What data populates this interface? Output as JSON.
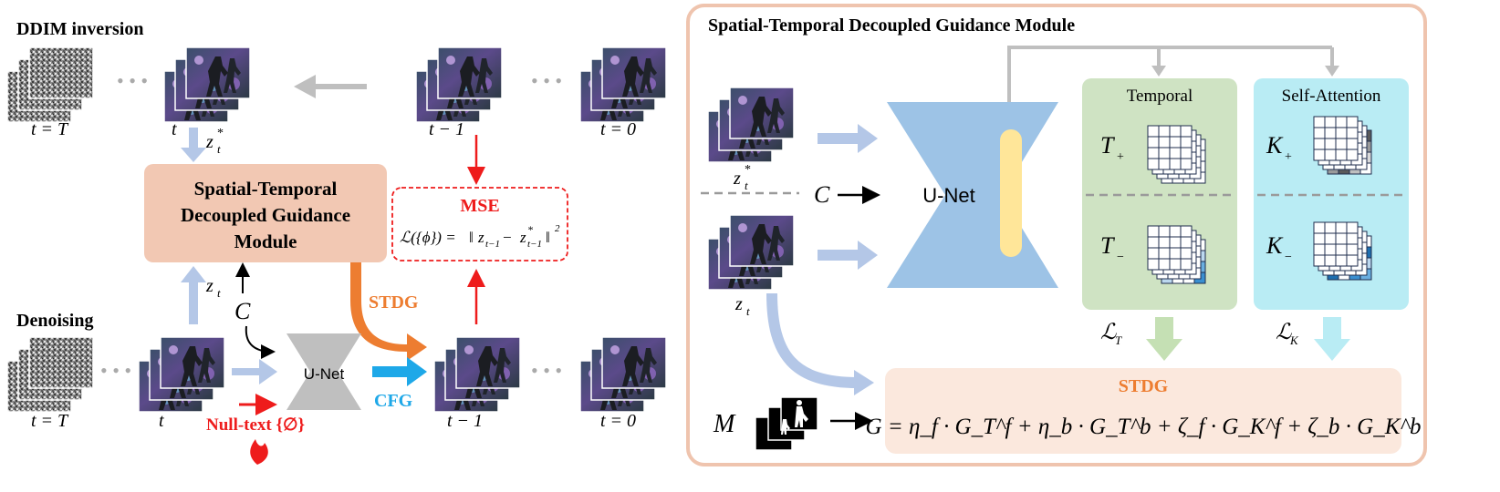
{
  "left": {
    "ddim_title": "DDIM inversion",
    "denoise_title": "Denoising",
    "labels": {
      "t_T_top": "t = T",
      "t_top": "t",
      "z_t_star": "z",
      "z_t_star_sub": "t",
      "z_t_star_sup": "*",
      "t_minus_1_top": "t − 1",
      "t_0_top": "t = 0",
      "t_T_bottom": "t = T",
      "t_bottom": "t",
      "t_minus_1_bottom": "t − 1",
      "t_0_bottom": "t = 0",
      "z_t": "z",
      "z_t_sub": "t",
      "c_symbol": "C"
    },
    "module_box": {
      "line1": "Spatial-Temporal",
      "line2": "Decoupled Guidance",
      "line3": "Module"
    },
    "mse": {
      "title": "MSE",
      "lhs": "ℒ({ϕ}) = ",
      "rhs_open": "‖",
      "z1": "z",
      "z1_sub": "t−1",
      "minus": " − ",
      "z2": "z",
      "z2_sub": "t−1",
      "z2_sup": "*",
      "rhs_close": "‖",
      "power": "2"
    },
    "stdg_label": "STDG",
    "cfg_label": "CFG",
    "unet_label": "U-Net",
    "null_text": "Null-text {∅}"
  },
  "right": {
    "title": "Spatial-Temporal Decoupled Guidance Module",
    "z_star": "z",
    "z_star_sub": "t",
    "z_star_sup": "*",
    "z": "z",
    "z_sub": "t",
    "c_symbol": "C",
    "unet_label": "U-Net",
    "temporal_title": "Temporal",
    "attention_title": "Self-Attention",
    "t_plus": "T",
    "t_plus_sub": "+",
    "t_minus": "T",
    "t_minus_sub": "−",
    "k_plus": "K",
    "k_plus_sub": "+",
    "k_minus": "K",
    "k_minus_sub": "−",
    "loss_t": "ℒ",
    "loss_t_sub": "T",
    "loss_k": "ℒ",
    "loss_k_sub": "K",
    "m_symbol": "M",
    "stdg_title": "STDG",
    "formula": "G = η_f · G_T^f + η_b · G_T^b + ζ_f · G_K^f + ζ_b · G_K^b"
  },
  "colors": {
    "module_fill": "#f2c8b3",
    "stdg_orange": "#ed7d31",
    "cfg_blue": "#1ea8e8",
    "red": "#ee1c1c",
    "unet_blue": "#9dc3e6",
    "temporal_fill": "#cfe3c3",
    "attention_fill": "#b9ecf4",
    "panel_border": "#efc4ae",
    "stdg_box_fill": "#fbe8dd"
  }
}
